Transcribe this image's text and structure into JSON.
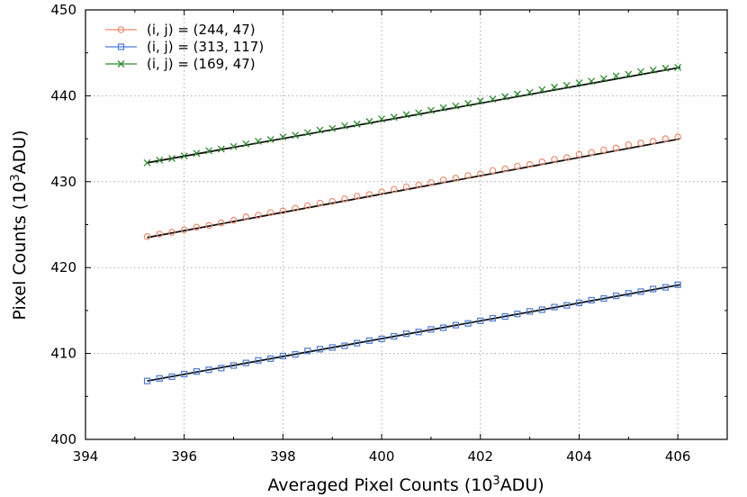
{
  "chart_data": {
    "type": "scatter",
    "xlabel": "Averaged Pixel Counts (10",
    "xlabel_sup": "3",
    "xlabel_tail": "ADU)",
    "ylabel": "Pixel Counts (10",
    "ylabel_sup": "3",
    "ylabel_tail": "ADU)",
    "xlim": [
      394,
      407
    ],
    "ylim": [
      400,
      450
    ],
    "xticks": [
      394,
      396,
      398,
      400,
      402,
      404,
      406
    ],
    "yticks": [
      400,
      410,
      420,
      430,
      440,
      450
    ],
    "grid": true,
    "legend_position": "top-left",
    "x_range": [
      395.25,
      406.05
    ],
    "series": [
      {
        "name": "(i, j) = (244, 47)",
        "marker": "circle",
        "color": "#f08a6a",
        "fit": {
          "start": [
            395.25,
            423.5
          ],
          "end": [
            406.05,
            435.0
          ]
        },
        "points": [
          [
            395.25,
            423.6
          ],
          [
            395.5,
            423.9
          ],
          [
            395.75,
            424.1
          ],
          [
            396.0,
            424.4
          ],
          [
            396.25,
            424.7
          ],
          [
            396.5,
            424.9
          ],
          [
            396.75,
            425.2
          ],
          [
            397.0,
            425.5
          ],
          [
            397.25,
            425.9
          ],
          [
            397.5,
            426.1
          ],
          [
            397.75,
            426.4
          ],
          [
            398.0,
            426.6
          ],
          [
            398.25,
            426.9
          ],
          [
            398.5,
            427.2
          ],
          [
            398.75,
            427.5
          ],
          [
            399.0,
            427.7
          ],
          [
            399.25,
            428.0
          ],
          [
            399.5,
            428.3
          ],
          [
            399.75,
            428.5
          ],
          [
            400.0,
            428.8
          ],
          [
            400.25,
            429.1
          ],
          [
            400.5,
            429.4
          ],
          [
            400.75,
            429.6
          ],
          [
            401.0,
            429.9
          ],
          [
            401.25,
            430.2
          ],
          [
            401.5,
            430.4
          ],
          [
            401.75,
            430.7
          ],
          [
            402.0,
            430.9
          ],
          [
            402.25,
            431.3
          ],
          [
            402.5,
            431.5
          ],
          [
            402.75,
            431.8
          ],
          [
            403.0,
            432.0
          ],
          [
            403.25,
            432.3
          ],
          [
            403.5,
            432.6
          ],
          [
            403.75,
            432.8
          ],
          [
            404.0,
            433.2
          ],
          [
            404.25,
            433.4
          ],
          [
            404.5,
            433.7
          ],
          [
            404.75,
            433.9
          ],
          [
            405.0,
            434.3
          ],
          [
            405.25,
            434.5
          ],
          [
            405.5,
            434.7
          ],
          [
            405.75,
            435.0
          ],
          [
            406.0,
            435.2
          ]
        ]
      },
      {
        "name": "(i, j) = (313, 117)",
        "marker": "square",
        "color": "#4a7bd6",
        "fit": {
          "start": [
            395.25,
            406.8
          ],
          "end": [
            406.05,
            418.0
          ]
        },
        "points": [
          [
            395.25,
            406.8
          ],
          [
            395.5,
            407.1
          ],
          [
            395.75,
            407.3
          ],
          [
            396.0,
            407.6
          ],
          [
            396.25,
            407.9
          ],
          [
            396.5,
            408.1
          ],
          [
            396.75,
            408.3
          ],
          [
            397.0,
            408.6
          ],
          [
            397.25,
            408.9
          ],
          [
            397.5,
            409.2
          ],
          [
            397.75,
            409.4
          ],
          [
            398.0,
            409.7
          ],
          [
            398.25,
            409.9
          ],
          [
            398.5,
            410.3
          ],
          [
            398.75,
            410.5
          ],
          [
            399.0,
            410.7
          ],
          [
            399.25,
            410.9
          ],
          [
            399.5,
            411.2
          ],
          [
            399.75,
            411.5
          ],
          [
            400.0,
            411.7
          ],
          [
            400.25,
            412.0
          ],
          [
            400.5,
            412.3
          ],
          [
            400.75,
            412.5
          ],
          [
            401.0,
            412.8
          ],
          [
            401.25,
            413.0
          ],
          [
            401.5,
            413.3
          ],
          [
            401.75,
            413.5
          ],
          [
            402.0,
            413.8
          ],
          [
            402.25,
            414.1
          ],
          [
            402.5,
            414.3
          ],
          [
            402.75,
            414.6
          ],
          [
            403.0,
            414.9
          ],
          [
            403.25,
            415.1
          ],
          [
            403.5,
            415.4
          ],
          [
            403.75,
            415.6
          ],
          [
            404.0,
            415.9
          ],
          [
            404.25,
            416.2
          ],
          [
            404.5,
            416.4
          ],
          [
            404.75,
            416.7
          ],
          [
            405.0,
            417.0
          ],
          [
            405.25,
            417.2
          ],
          [
            405.5,
            417.5
          ],
          [
            405.75,
            417.7
          ],
          [
            406.0,
            418.0
          ]
        ]
      },
      {
        "name": "(i, j) = (169, 47)",
        "marker": "cross",
        "color": "#2e8b2e",
        "fit": {
          "start": [
            395.25,
            432.2
          ],
          "end": [
            406.05,
            443.3
          ]
        },
        "points": [
          [
            395.25,
            432.2
          ],
          [
            395.5,
            432.5
          ],
          [
            395.75,
            432.7
          ],
          [
            396.0,
            433.0
          ],
          [
            396.25,
            433.3
          ],
          [
            396.5,
            433.6
          ],
          [
            396.75,
            433.8
          ],
          [
            397.0,
            434.1
          ],
          [
            397.25,
            434.4
          ],
          [
            397.5,
            434.7
          ],
          [
            397.75,
            434.9
          ],
          [
            398.0,
            435.2
          ],
          [
            398.25,
            435.4
          ],
          [
            398.5,
            435.7
          ],
          [
            398.75,
            436.0
          ],
          [
            399.0,
            436.2
          ],
          [
            399.25,
            436.5
          ],
          [
            399.5,
            436.7
          ],
          [
            399.75,
            437.0
          ],
          [
            400.0,
            437.3
          ],
          [
            400.25,
            437.5
          ],
          [
            400.5,
            437.8
          ],
          [
            400.75,
            438.0
          ],
          [
            401.0,
            438.3
          ],
          [
            401.25,
            438.6
          ],
          [
            401.5,
            438.8
          ],
          [
            401.75,
            439.1
          ],
          [
            402.0,
            439.4
          ],
          [
            402.25,
            439.6
          ],
          [
            402.5,
            439.9
          ],
          [
            402.75,
            440.2
          ],
          [
            403.0,
            440.4
          ],
          [
            403.25,
            440.7
          ],
          [
            403.5,
            441.0
          ],
          [
            403.75,
            441.2
          ],
          [
            404.0,
            441.5
          ],
          [
            404.25,
            441.7
          ],
          [
            404.5,
            442.0
          ],
          [
            404.75,
            442.3
          ],
          [
            405.0,
            442.5
          ],
          [
            405.25,
            442.8
          ],
          [
            405.5,
            443.0
          ],
          [
            405.75,
            443.2
          ],
          [
            406.0,
            443.3
          ]
        ]
      }
    ]
  }
}
